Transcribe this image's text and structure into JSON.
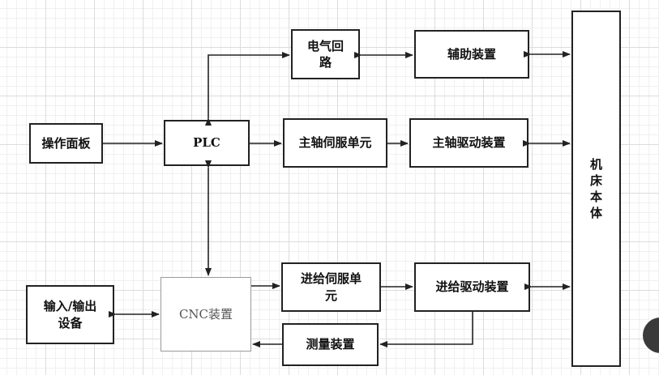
{
  "blocks": {
    "electric_circuit": [
      "电气回",
      "路"
    ],
    "auxiliary_device": "辅助装置",
    "operation_panel": "操作面板",
    "plc": "PLC",
    "spindle_servo_unit": "主轴伺服单元",
    "spindle_drive_device": "主轴驱动装置",
    "machine_body": [
      "机",
      "床",
      "本",
      "体"
    ],
    "io_device": [
      "输入/输出",
      "设备"
    ],
    "cnc_device": "CNC装置",
    "feed_servo_unit": [
      "进给伺服单",
      "元"
    ],
    "feed_drive_device": "进给驱动装置",
    "measuring_device": "测量装置"
  }
}
